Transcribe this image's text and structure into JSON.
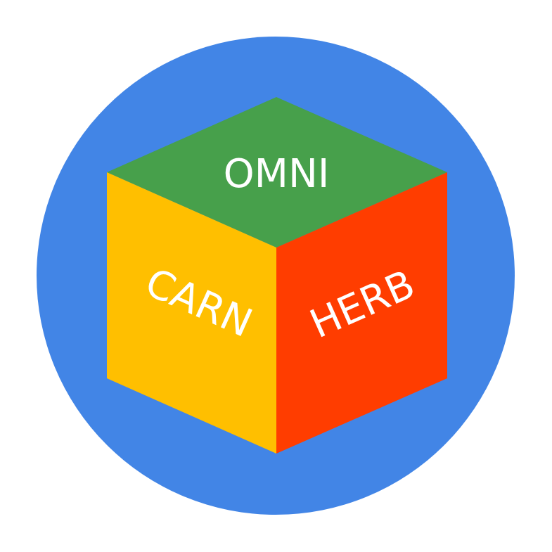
{
  "logo": {
    "background_color": "#4285E6",
    "faces": {
      "top": {
        "label": "OMNI",
        "color": "#47A04B"
      },
      "left": {
        "label": "CARN",
        "color": "#FFBF00"
      },
      "right": {
        "label": "HERB",
        "color": "#FF3D00"
      }
    },
    "text_color": "#FFFFFF"
  }
}
